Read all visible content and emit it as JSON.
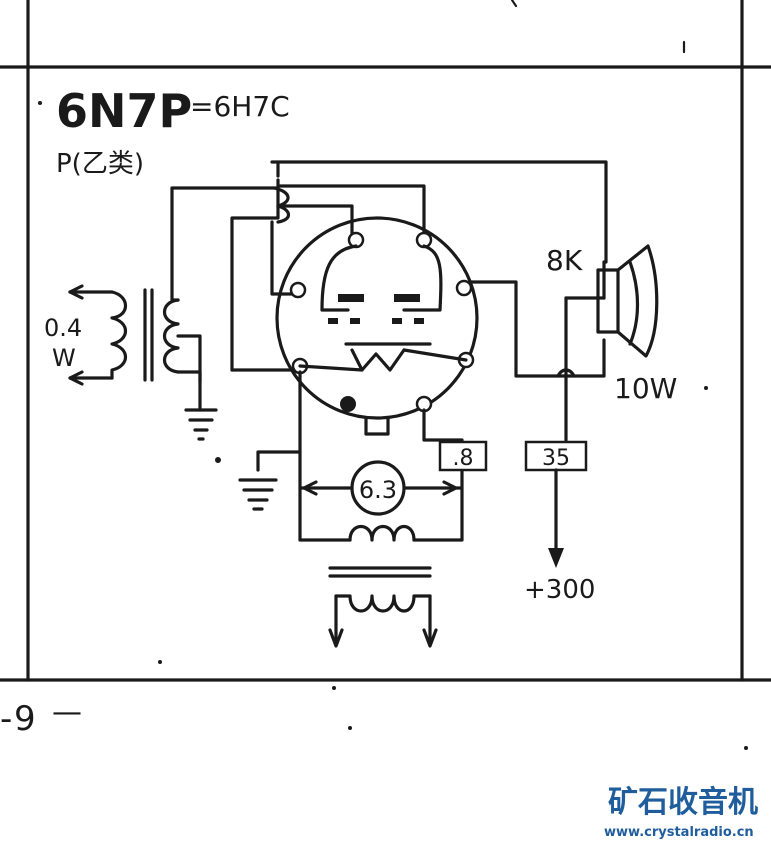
{
  "tube": {
    "type": "6N7P",
    "equivalent": "=6H7C",
    "mode": "P(乙类)"
  },
  "input": {
    "power_value": "0.4",
    "power_unit": "W"
  },
  "output": {
    "impedance": "8K",
    "power": "10W"
  },
  "heater": {
    "voltage": "6.3"
  },
  "pins": {
    "cathode": ".8",
    "anode": "35"
  },
  "supply": {
    "plate_voltage": "+300"
  },
  "page": {
    "number_prefix": "-",
    "number": "9",
    "dash": "—"
  },
  "watermark": {
    "cn": "矿石收音机",
    "url": "www.crystalradio.cn"
  },
  "colors": {
    "ink": "#1a1a1a",
    "watermark": "#1f5d9c"
  }
}
